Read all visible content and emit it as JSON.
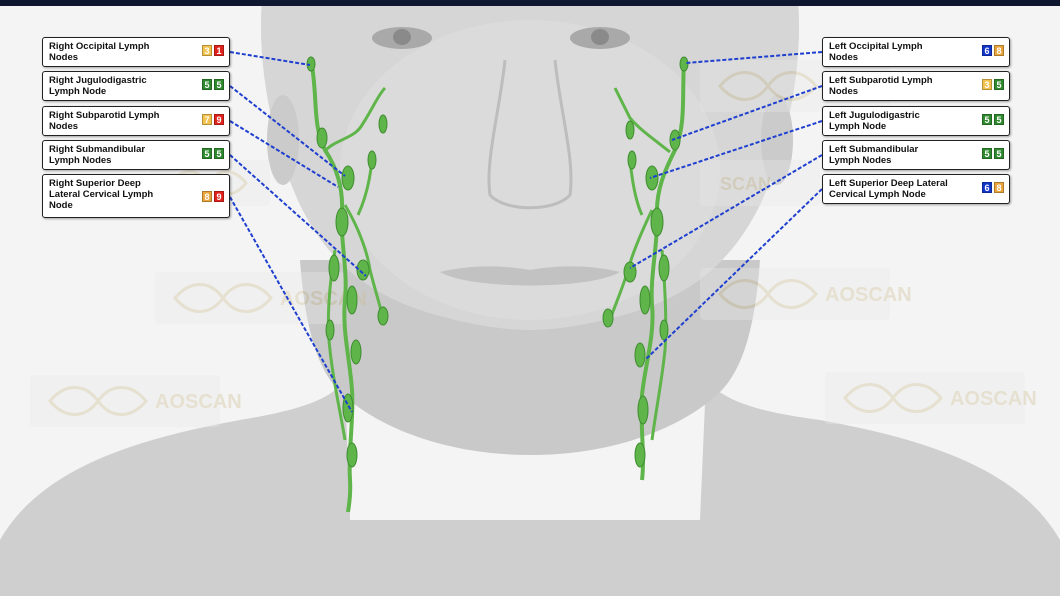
{
  "colors": {
    "green": "#2f8a2f",
    "yellow": "#f2c24e",
    "orange": "#e9a43c",
    "red": "#e0231c",
    "blue": "#1236c8",
    "connector": "#1f3fcf",
    "node_fill": "#5fb54a"
  },
  "watermark": {
    "text": "AOSCAN"
  },
  "labels": {
    "right_occipital": {
      "text": "Right Occipital Lymph\nNodes",
      "scores": [
        {
          "value": "3",
          "color": "yellow"
        },
        {
          "value": "1",
          "color": "red"
        }
      ]
    },
    "right_jugulodigastric": {
      "text": "Right Jugulodigastric\nLymph Node",
      "scores": [
        {
          "value": "5",
          "color": "green"
        },
        {
          "value": "5",
          "color": "green"
        }
      ]
    },
    "right_subparotid": {
      "text": "Right Subparotid Lymph\nNodes",
      "scores": [
        {
          "value": "7",
          "color": "yellow"
        },
        {
          "value": "9",
          "color": "red"
        }
      ]
    },
    "right_submandibular": {
      "text": "Right Submandibular\nLymph Nodes",
      "scores": [
        {
          "value": "5",
          "color": "green"
        },
        {
          "value": "5",
          "color": "green"
        }
      ]
    },
    "right_superior_deep": {
      "text": "Right Superior Deep\nLateral Cervical Lymph\nNode",
      "scores": [
        {
          "value": "8",
          "color": "orange"
        },
        {
          "value": "9",
          "color": "red"
        }
      ]
    },
    "left_occipital": {
      "text": "Left Occipital Lymph\nNodes",
      "scores": [
        {
          "value": "6",
          "color": "blue"
        },
        {
          "value": "8",
          "color": "orange"
        }
      ]
    },
    "left_subparotid": {
      "text": "Left Subparotid Lymph\nNodes",
      "scores": [
        {
          "value": "3",
          "color": "yellow"
        },
        {
          "value": "5",
          "color": "green"
        }
      ]
    },
    "left_jugulodigastric": {
      "text": "Left Jugulodigastric\nLymph Node",
      "scores": [
        {
          "value": "5",
          "color": "green"
        },
        {
          "value": "5",
          "color": "green"
        }
      ]
    },
    "left_submandibular": {
      "text": "Left Submandibular\nLymph Nodes",
      "scores": [
        {
          "value": "5",
          "color": "green"
        },
        {
          "value": "5",
          "color": "green"
        }
      ]
    },
    "left_superior_deep": {
      "text": "Left Superior Deep Lateral\nCervical Lymph Node",
      "scores": [
        {
          "value": "6",
          "color": "blue"
        },
        {
          "value": "8",
          "color": "orange"
        }
      ]
    }
  }
}
